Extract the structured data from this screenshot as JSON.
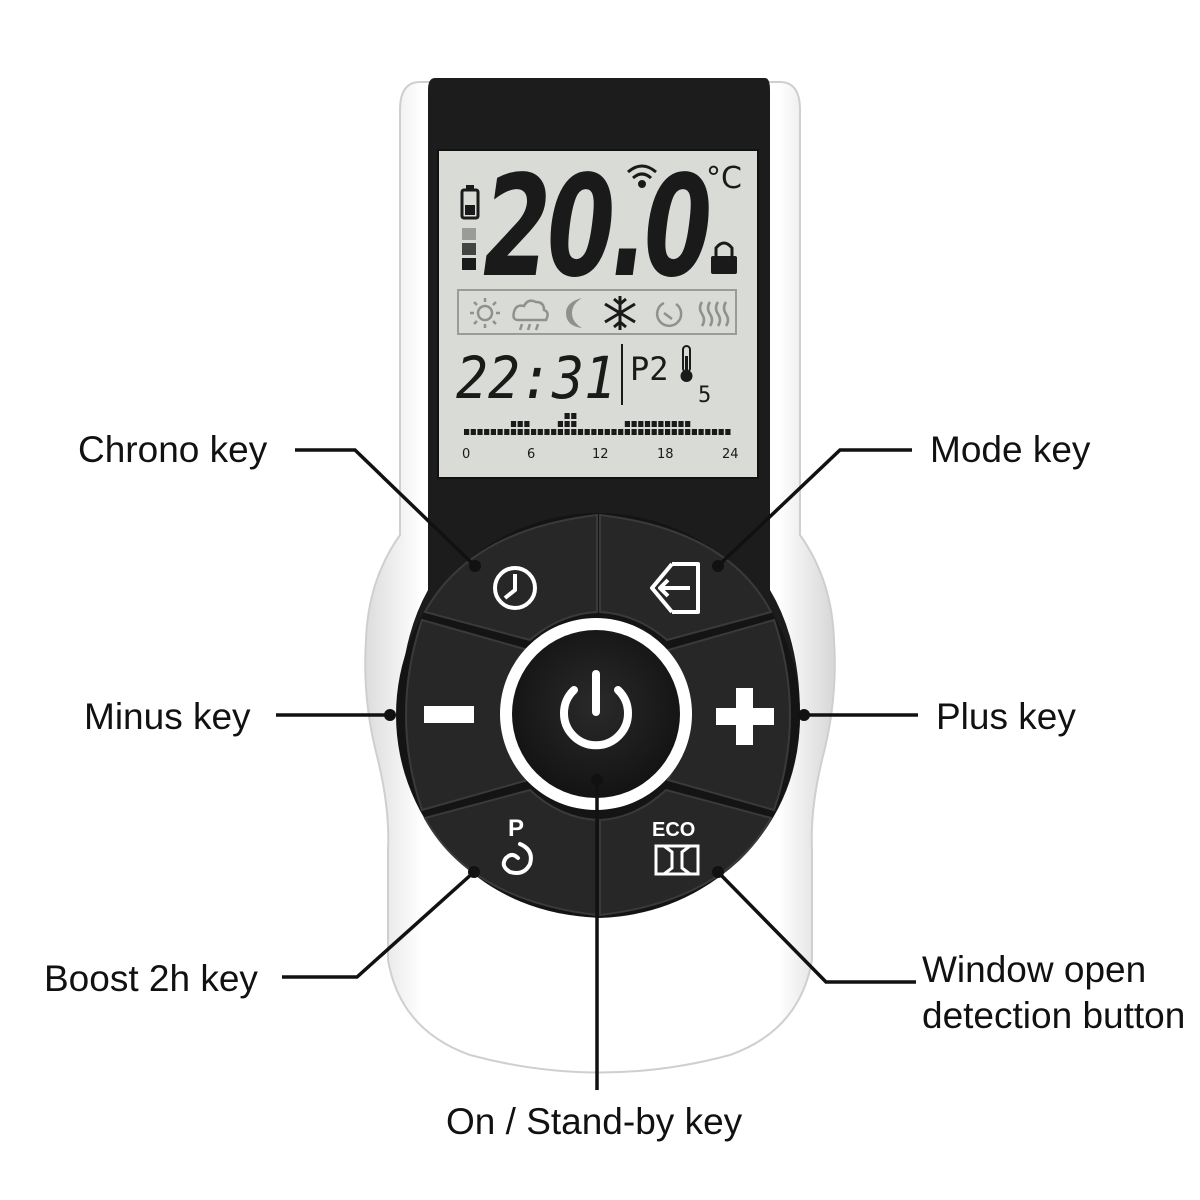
{
  "display": {
    "temperature": "20.0",
    "unit": "°C",
    "time": "22:31",
    "program": "P2",
    "program_digit": "5",
    "timeline_ticks": [
      "0",
      "6",
      "12",
      "18",
      "24"
    ],
    "timeline_profile": [
      1,
      1,
      1,
      1,
      1,
      1,
      1,
      2,
      2,
      2,
      1,
      1,
      1,
      1,
      2,
      3,
      3,
      1,
      1,
      1,
      1,
      1,
      1,
      1,
      2,
      2,
      2,
      2,
      2,
      2,
      2,
      2,
      2,
      2,
      1,
      1,
      1,
      1,
      1,
      1
    ],
    "mode_icons": [
      "sun-icon",
      "cloud-icon",
      "moon-icon",
      "snowflake-icon",
      "timer-icon",
      "heat-waves-icon"
    ],
    "active_mode": "snowflake-icon"
  },
  "keys": {
    "chrono": {
      "icon": "clock-icon"
    },
    "mode": {
      "icon": "enter-arrow-icon"
    },
    "minus": {
      "icon": "minus-icon"
    },
    "plus": {
      "icon": "plus-icon"
    },
    "power": {
      "icon": "power-icon"
    },
    "boost": {
      "label": "P",
      "icon": "spiral-icon"
    },
    "eco": {
      "label": "ECO",
      "icon": "window-icon"
    }
  },
  "callouts": {
    "chrono": "Chrono key",
    "mode": "Mode key",
    "minus": "Minus key",
    "plus": "Plus key",
    "boost": "Boost 2h key",
    "window_line1": "Window open",
    "window_line2": "detection button",
    "power": "On / Stand-by key"
  },
  "colors": {
    "lcd_bg": "#d9dbd6",
    "body_dark": "#1c1c1c",
    "shell": "#f4f4f4",
    "icon_dim": "#8e918c",
    "segment": "#1a1a1a"
  }
}
